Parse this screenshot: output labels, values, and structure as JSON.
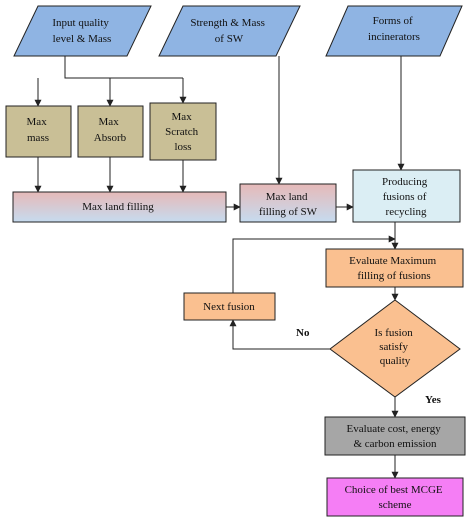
{
  "nodes": {
    "input_quality": {
      "lines": [
        "Input quality",
        "level & Mass"
      ]
    },
    "strength_mass": {
      "lines": [
        "Strength & Mass",
        "of SW"
      ]
    },
    "forms_incinerators": {
      "lines": [
        "Forms of",
        "incinerators"
      ]
    },
    "max_mass": {
      "lines": [
        "Max",
        "mass"
      ]
    },
    "max_absorb": {
      "lines": [
        "Max",
        "Absorb"
      ]
    },
    "max_scratch": {
      "lines": [
        "Max",
        "Scratch",
        "loss"
      ]
    },
    "max_land_filling": {
      "lines": [
        "Max land filling"
      ]
    },
    "max_land_filling_sw": {
      "lines": [
        "Max land",
        "filling of SW"
      ]
    },
    "producing_fusions": {
      "lines": [
        "Producing",
        "fusions of",
        "recycling"
      ]
    },
    "evaluate_max": {
      "lines": [
        "Evaluate Maximum",
        "filling of fusions"
      ]
    },
    "next_fusion": {
      "lines": [
        "Next fusion"
      ]
    },
    "is_fusion": {
      "lines": [
        "Is fusion",
        "satisfy",
        "quality"
      ]
    },
    "evaluate_cost": {
      "lines": [
        "Evaluate cost, energy",
        "& carbon emission"
      ]
    },
    "choice_best": {
      "lines": [
        "Choice of best MCGE",
        "scheme"
      ]
    }
  },
  "edge_labels": {
    "no": "No",
    "yes": "Yes"
  },
  "colors": {
    "parallelogram_fill": "#8fb4e3",
    "tan_fill": "#c9bf96",
    "light_blue_fill": "#dbeef4",
    "gradient_pink": "#e6b9b8",
    "gradient_blue": "#c6dbef",
    "orange_fill": "#fac090",
    "gray_fill": "#a6a6a6",
    "magenta_fill": "#f57ef5",
    "stroke": "#222222"
  }
}
